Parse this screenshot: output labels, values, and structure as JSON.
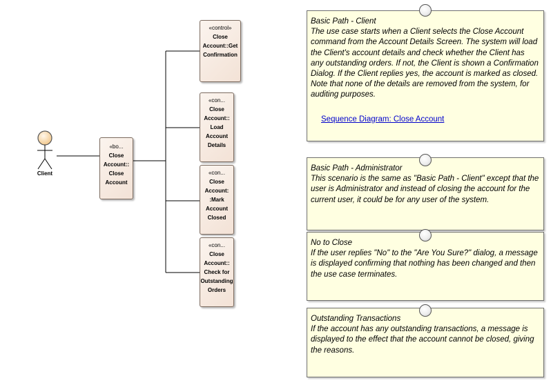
{
  "actor": {
    "name": "Client"
  },
  "boundary": {
    "stereotype": "«bo...",
    "name": "Close\nAccount::\nClose\nAccount"
  },
  "controls": [
    {
      "stereotype": "«control»",
      "name": "Close\nAccount::Get\nConfirmation"
    },
    {
      "stereotype": "«con...",
      "name": "Close\nAccount::\nLoad\nAccount\nDetails"
    },
    {
      "stereotype": "«con...",
      "name": "Close\nAccount:\n:Mark\nAccount\nClosed"
    },
    {
      "stereotype": "«con...",
      "name": "Close\nAccount::\nCheck for\nOutstanding\nOrders"
    }
  ],
  "notes": [
    {
      "title": "Basic Path - Client",
      "body": "The use case starts when a Client selects the Close Account command from the Account Details Screen. The system will load the Client's account details and check whether the Client has any outstanding orders. If not, the Client is shown a Confirmation Dialog. If the Client replies yes, the account is marked as closed. Note that none of the details are removed from the system, for auditing purposes.",
      "link": "Sequence Diagram: Close Account"
    },
    {
      "title": "Basic Path - Administrator",
      "body": "This scenario is the same as \"Basic Path - Client\" except that the user is Administrator and instead of closing the account for the current user, it could be for any user of the system."
    },
    {
      "title": "No to Close",
      "body": "If the user replies \"No\" to the \"Are You Sure?\" dialog, a message is displayed confirming that nothing has been changed and then the use case terminates."
    },
    {
      "title": "Outstanding Transactions",
      "body": "If the account has any outstanding transactions, a message is displayed to the effect that the account cannot be closed, giving the reasons."
    }
  ]
}
